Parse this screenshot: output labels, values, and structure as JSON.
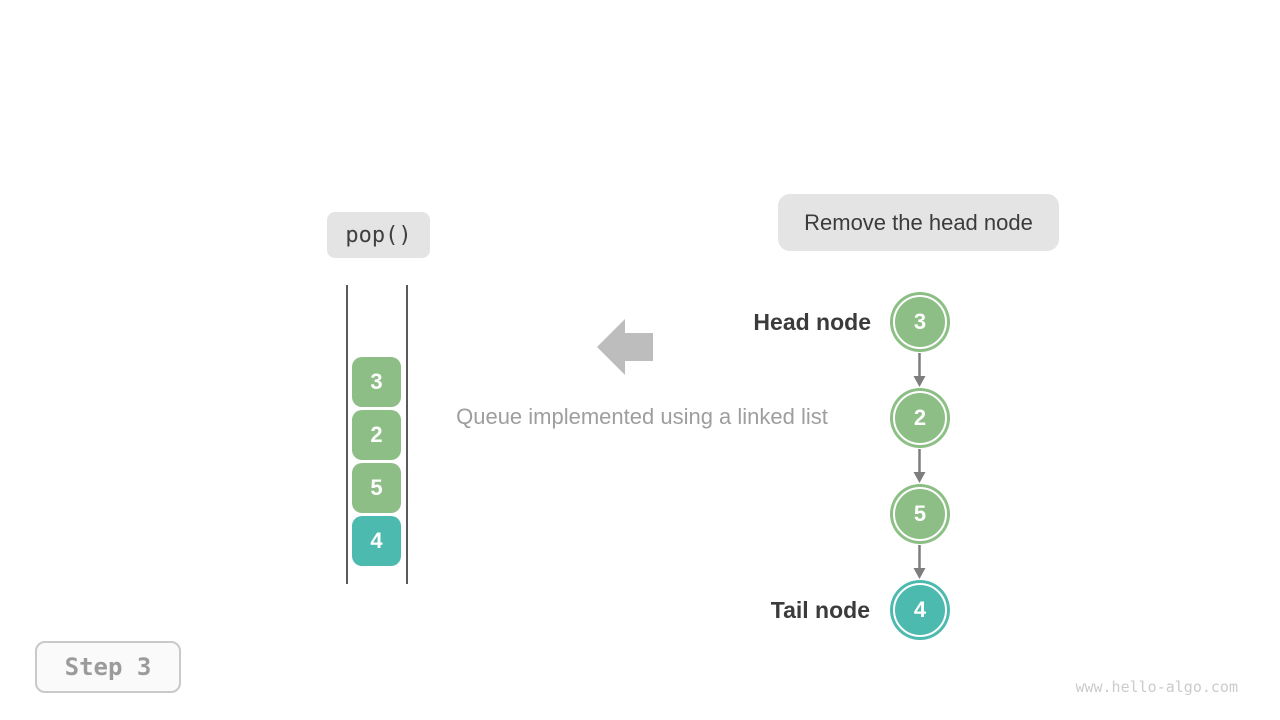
{
  "colors": {
    "node_green": "#8cbe85",
    "node_teal": "#4dbab0",
    "label_pill_bg": "#e4e4e4",
    "dark_text": "#3b3b3b",
    "caption_gray": "#9e9e9e",
    "big_arrow_gray": "#bdbdbd",
    "connector_gray": "#7d7d7d",
    "stack_wall_gray": "#5a5a5a",
    "step_border": "#c9c9c9",
    "step_text": "#9b9b9b",
    "watermark_gray": "#cbcbcb"
  },
  "operation_label": {
    "text": "pop()"
  },
  "annotation_label": {
    "text": "Remove the head node"
  },
  "caption": {
    "text": "Queue implemented using a linked list"
  },
  "queue_stack": {
    "items": [
      {
        "value": "3",
        "color": "#8cbe85"
      },
      {
        "value": "2",
        "color": "#8cbe85"
      },
      {
        "value": "5",
        "color": "#8cbe85"
      },
      {
        "value": "4",
        "color": "#4dbab0"
      }
    ]
  },
  "linked_list": {
    "head_label": "Head node",
    "tail_label": "Tail node",
    "nodes": [
      {
        "value": "3",
        "color": "#8cbe85"
      },
      {
        "value": "2",
        "color": "#8cbe85"
      },
      {
        "value": "5",
        "color": "#8cbe85"
      },
      {
        "value": "4",
        "color": "#4dbab0"
      }
    ]
  },
  "step_badge": {
    "text": "Step 3"
  },
  "watermark": {
    "text": "www.hello-algo.com"
  }
}
